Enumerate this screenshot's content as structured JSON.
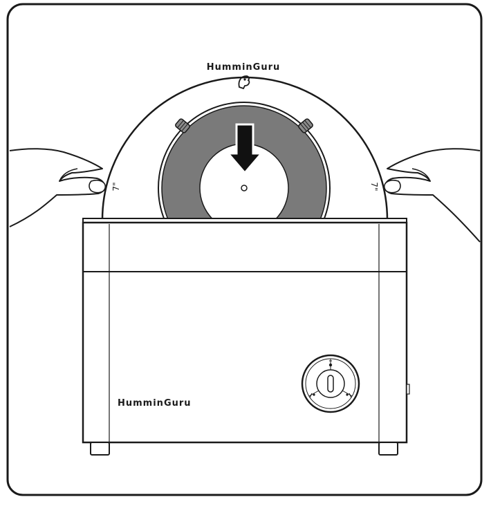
{
  "disc": {
    "brand": "HumminGuru",
    "size_label_left": "7\"",
    "size_label_right": "7\""
  },
  "unit": {
    "brand": "HumminGuru"
  },
  "colors": {
    "stroke": "#1a1a1a",
    "record_grey": "#7a7a7a",
    "background": "#ffffff"
  },
  "icons": {
    "arrow": "down-arrow-icon",
    "logo": "bird-logo-icon",
    "dial": "control-dial-icon"
  }
}
